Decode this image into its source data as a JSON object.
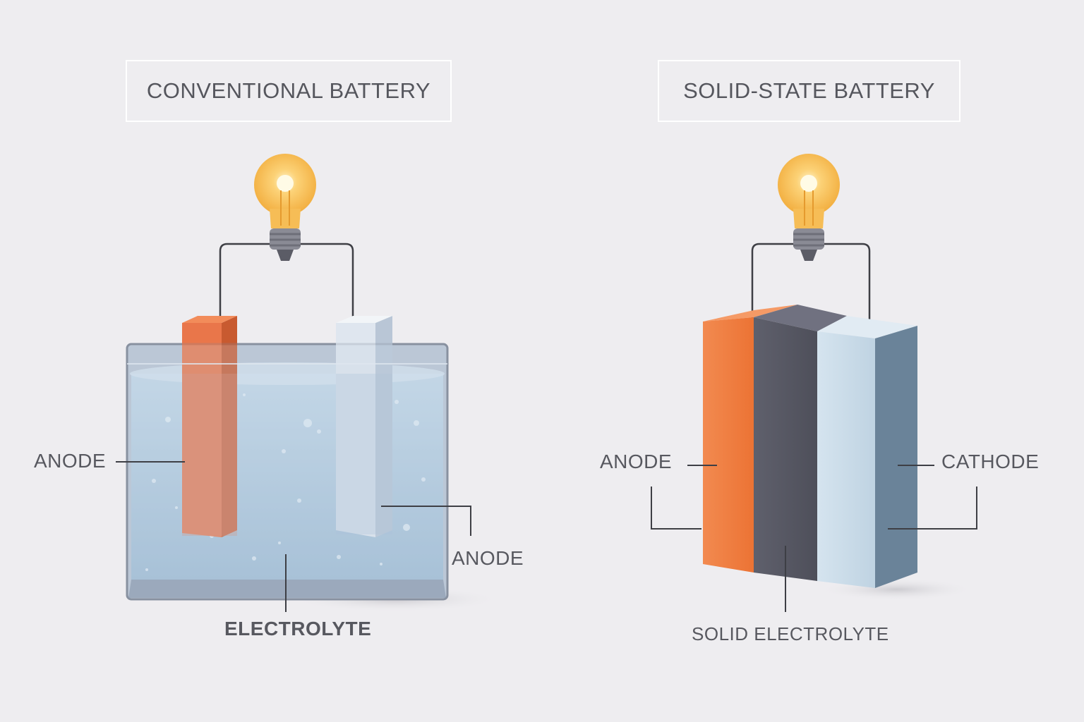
{
  "conventional": {
    "title": "CONVENTIONAL BATTERY",
    "labels": {
      "left_electrode": "ANODE",
      "right_electrode": "ANODE",
      "electrolyte": "ELECTROLYTE"
    }
  },
  "solid_state": {
    "title": "SOLID-STATE BATTERY",
    "labels": {
      "anode": "ANODE",
      "cathode": "CATHODE",
      "electrolyte": "SOLID ELECTROLYTE"
    }
  },
  "colors": {
    "background": "#eeedf0",
    "anode_orange": "#ee7a45",
    "solid_electrolyte": "#565762",
    "cathode_light": "#c9dbe8",
    "cathode_side": "#6a8399",
    "liquid": "#a9c6dd",
    "bulb_glass": "#f9c25c",
    "wire": "#3e3f45"
  },
  "icons": [
    "light-bulb-icon",
    "light-bulb-icon"
  ]
}
